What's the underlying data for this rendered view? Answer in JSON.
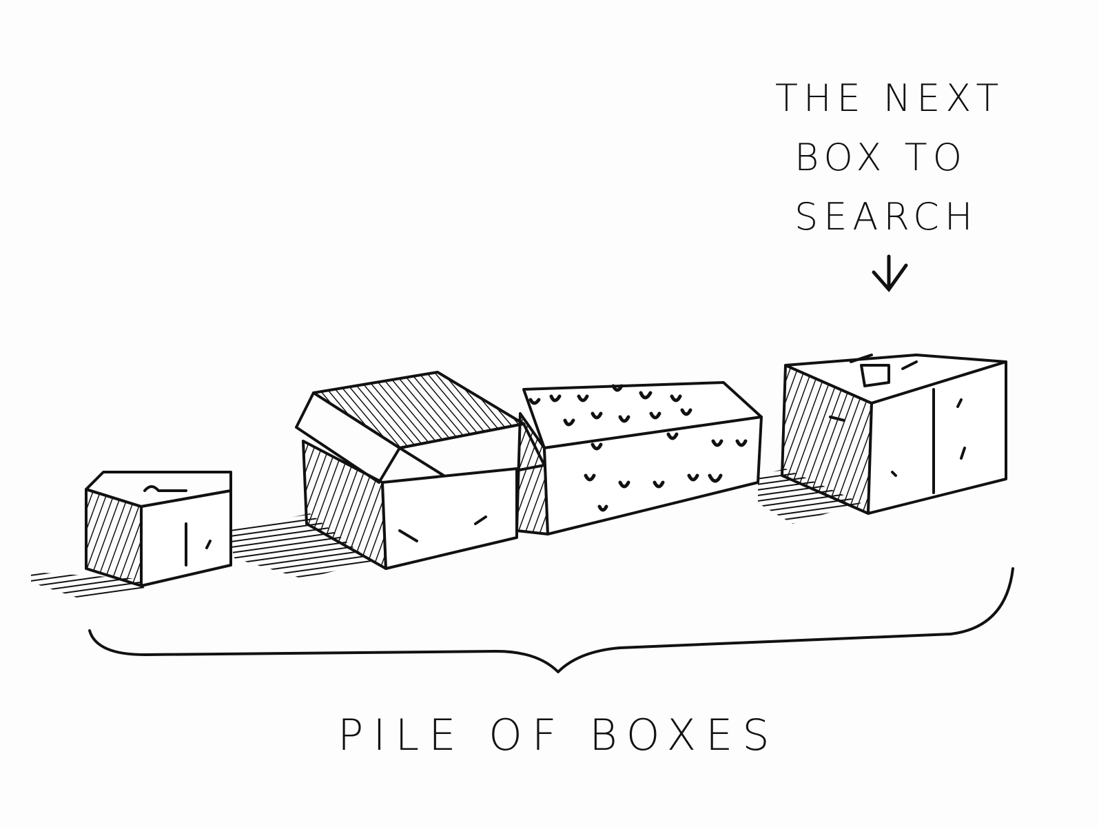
{
  "annotation": {
    "lines": [
      "THE NEXT",
      "BOX TO",
      "SEARCH"
    ],
    "arrow_icon": "down-arrow"
  },
  "caption": "PILE OF BOXES",
  "colors": {
    "ink": "#111111",
    "paper": "#fdfdfd"
  }
}
